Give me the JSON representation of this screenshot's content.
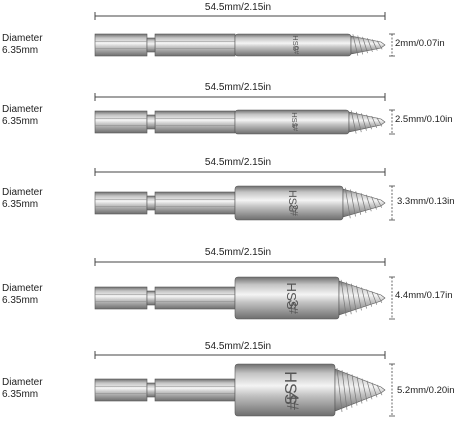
{
  "bits": [
    {
      "diameter_label": "Diameter",
      "diameter_value": "6.35mm",
      "length": "54.5mm/2.15in",
      "tip_size": "2mm/0.07in",
      "engraving_top": "HSS",
      "engraving_bottom": "0#"
    },
    {
      "diameter_label": "Diameter",
      "diameter_value": "6.35mm",
      "length": "54.5mm/2.15in",
      "tip_size": "2.5mm/0.10in",
      "engraving_top": "HSS",
      "engraving_bottom": "1#"
    },
    {
      "diameter_label": "Diameter",
      "diameter_value": "6.35mm",
      "length": "54.5mm/2.15in",
      "tip_size": "3.3mm/0.13in",
      "engraving_top": "HSS",
      "engraving_bottom": "2#"
    },
    {
      "diameter_label": "Diameter",
      "diameter_value": "6.35mm",
      "length": "54.5mm/2.15in",
      "tip_size": "4.4mm/0.17in",
      "engraving_top": "HSS",
      "engraving_bottom": "3#"
    },
    {
      "diameter_label": "Diameter",
      "diameter_value": "6.35mm",
      "length": "54.5mm/2.15in",
      "tip_size": "5.2mm/0.20in",
      "engraving_top": "HSS",
      "engraving_bottom": "4#"
    }
  ],
  "colors": {
    "metal_light": "#f4f4f4",
    "metal_mid": "#c4c4c4",
    "metal_dark": "#6e6e6e",
    "line": "#444444"
  }
}
